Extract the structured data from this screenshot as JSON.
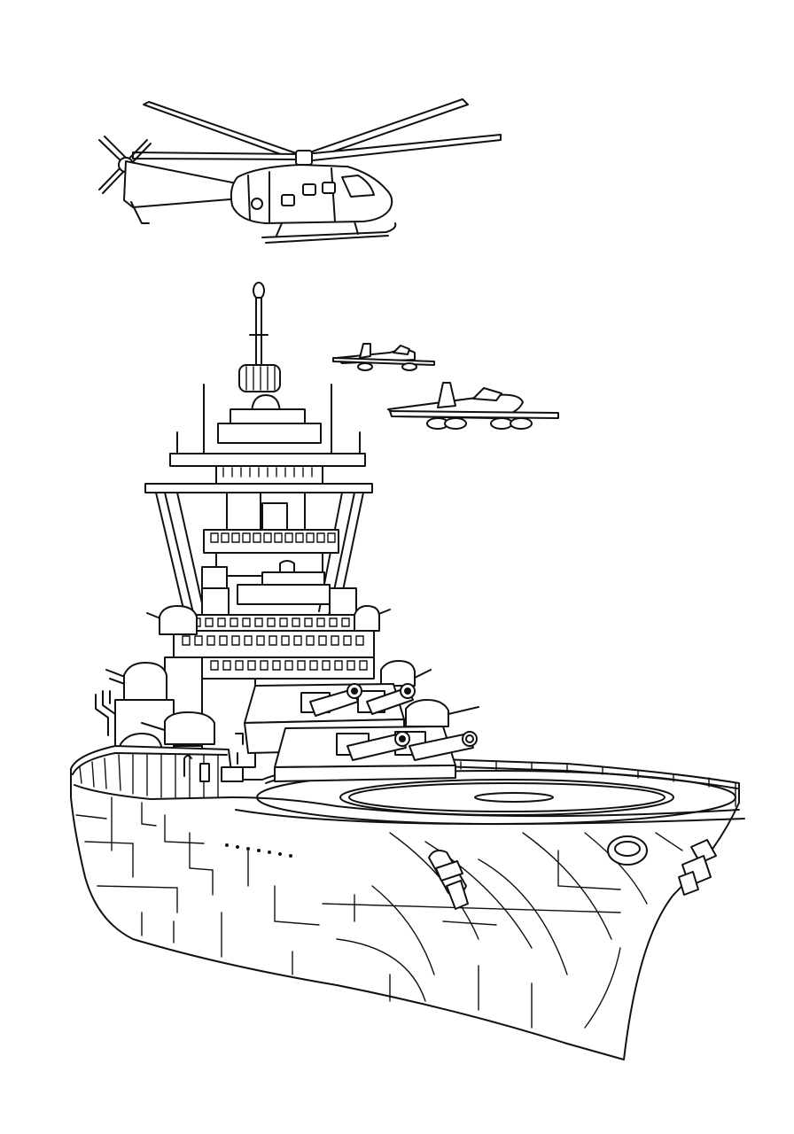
{
  "scene": {
    "style": "line-art coloring page",
    "colors": {
      "background": "#ffffff",
      "ink": "#111111"
    },
    "elements": [
      "helicopter",
      "jet",
      "jet",
      "battleship"
    ]
  }
}
